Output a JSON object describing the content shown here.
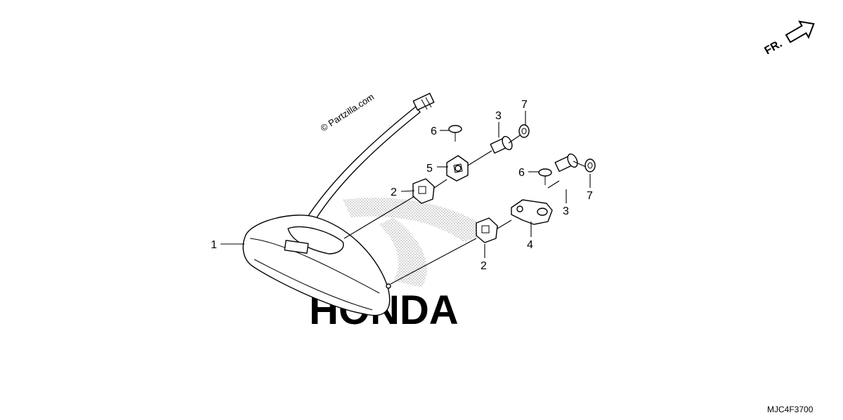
{
  "watermark": {
    "text": "© Partzilla.com",
    "brand": "HONDA"
  },
  "direction_arrow": {
    "label": "FR."
  },
  "drawing_code": "MJC4F3700",
  "callouts": [
    {
      "id": "c1",
      "label": "1"
    },
    {
      "id": "c2a",
      "label": "2"
    },
    {
      "id": "c2b",
      "label": "2"
    },
    {
      "id": "c3a",
      "label": "3"
    },
    {
      "id": "c3b",
      "label": "3"
    },
    {
      "id": "c4",
      "label": "4"
    },
    {
      "id": "c5",
      "label": "5"
    },
    {
      "id": "c6a",
      "label": "6"
    },
    {
      "id": "c6b",
      "label": "6"
    },
    {
      "id": "c7a",
      "label": "7"
    },
    {
      "id": "c7b",
      "label": "7"
    }
  ],
  "colors": {
    "line": "#000000",
    "watermark": "#bdbdbd",
    "background": "#ffffff"
  }
}
